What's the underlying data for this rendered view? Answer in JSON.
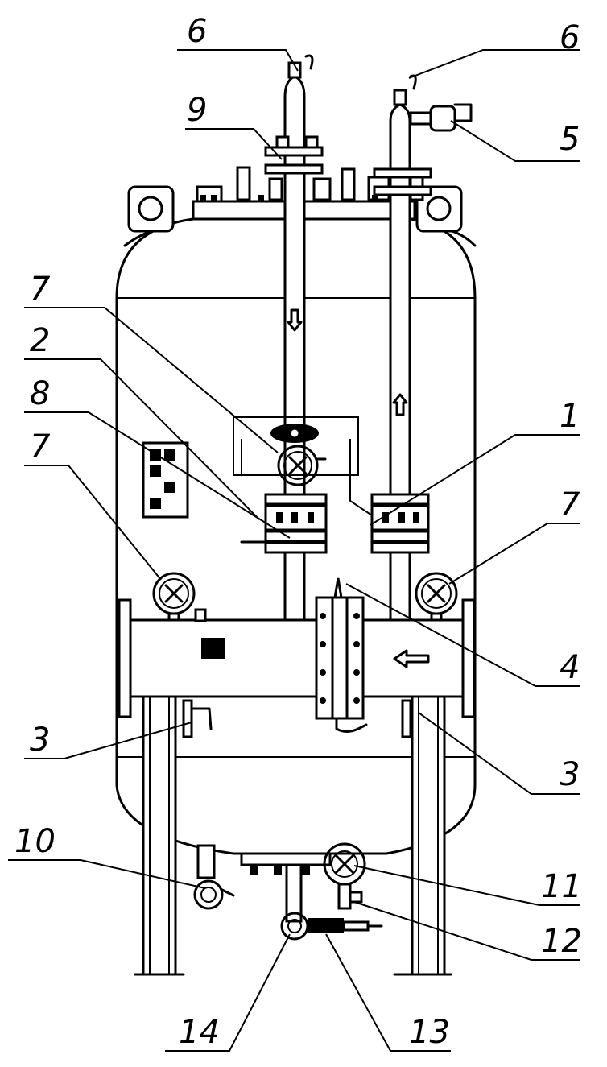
{
  "callouts": [
    {
      "id": "6a",
      "text": "6"
    },
    {
      "id": "6b",
      "text": "6"
    },
    {
      "id": "9",
      "text": "9"
    },
    {
      "id": "5",
      "text": "5"
    },
    {
      "id": "7a",
      "text": "7"
    },
    {
      "id": "2",
      "text": "2"
    },
    {
      "id": "8",
      "text": "8"
    },
    {
      "id": "7b",
      "text": "7"
    },
    {
      "id": "1",
      "text": "1"
    },
    {
      "id": "7c",
      "text": "7"
    },
    {
      "id": "4",
      "text": "4"
    },
    {
      "id": "3a",
      "text": "3"
    },
    {
      "id": "3b",
      "text": "3"
    },
    {
      "id": "10",
      "text": "10"
    },
    {
      "id": "11",
      "text": "11"
    },
    {
      "id": "12",
      "text": "12"
    },
    {
      "id": "14",
      "text": "14"
    },
    {
      "id": "13",
      "text": "13"
    }
  ]
}
